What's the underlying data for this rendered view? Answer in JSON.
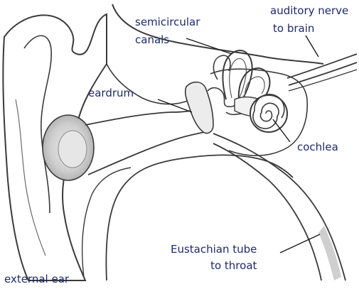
{
  "labels": {
    "semicircular_canals": [
      "semicircular",
      "canals"
    ],
    "auditory_nerve": [
      "auditory nerve",
      "to brain"
    ],
    "eardrum": "eardrum",
    "cochlea": "cochlea",
    "eustachian_tube": [
      "Eustachian tube",
      "to throat"
    ],
    "external_ear": "external ear"
  },
  "colors": {
    "outline": "#3a3a3a",
    "label_text": "#1f2a6a",
    "shading": "#d9d9d9"
  }
}
